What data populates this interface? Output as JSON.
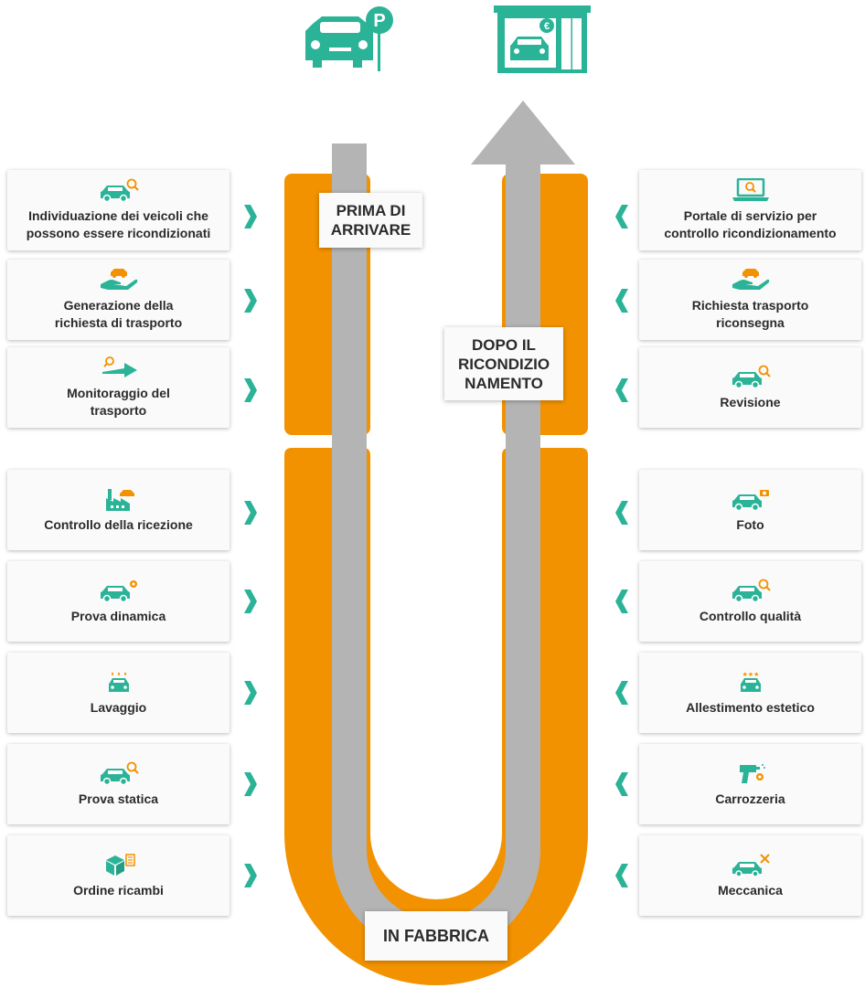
{
  "colors": {
    "orange": "#f39200",
    "teal": "#2bb397",
    "gray": "#b4b4b4",
    "card": "#fafafa",
    "text": "#2b2b2b"
  },
  "top_icons": [
    {
      "name": "parked-car-icon"
    },
    {
      "name": "car-dealership-icon"
    }
  ],
  "stages": {
    "before": "PRIMA DI\nARRIVARE",
    "after": "DOPO IL\nRICONDIZIO\nNAMENTO",
    "factory": "IN FABBRICA"
  },
  "left_steps": [
    {
      "label": "Individuazione dei veicoli che\npossono essere ricondizionati",
      "icon": "car-search-icon"
    },
    {
      "label": "Generazione della\nrichiesta di trasporto",
      "icon": "hand-car-icon"
    },
    {
      "label": "Monitoraggio del\ntrasporto",
      "icon": "arrow-search-icon"
    },
    {
      "label": "Controllo della ricezione",
      "icon": "factory-car-icon"
    },
    {
      "label": "Prova dinamica",
      "icon": "car-gear-icon"
    },
    {
      "label": "Lavaggio",
      "icon": "car-wash-icon"
    },
    {
      "label": "Prova statica",
      "icon": "car-search-icon"
    },
    {
      "label": "Ordine ricambi",
      "icon": "parts-box-icon"
    }
  ],
  "right_steps": [
    {
      "label": "Portale di servizio per\ncontrollo ricondizionamento",
      "icon": "laptop-search-icon"
    },
    {
      "label": "Richiesta trasporto\nriconsegna",
      "icon": "hand-car-icon"
    },
    {
      "label": "Revisione",
      "icon": "car-search-icon"
    },
    {
      "label": "Foto",
      "icon": "car-camera-icon"
    },
    {
      "label": "Controllo qualità",
      "icon": "car-search-icon"
    },
    {
      "label": "Allestimento estetico",
      "icon": "car-stars-icon"
    },
    {
      "label": "Carrozzeria",
      "icon": "spray-gun-icon"
    },
    {
      "label": "Meccanica",
      "icon": "car-tools-icon"
    }
  ]
}
